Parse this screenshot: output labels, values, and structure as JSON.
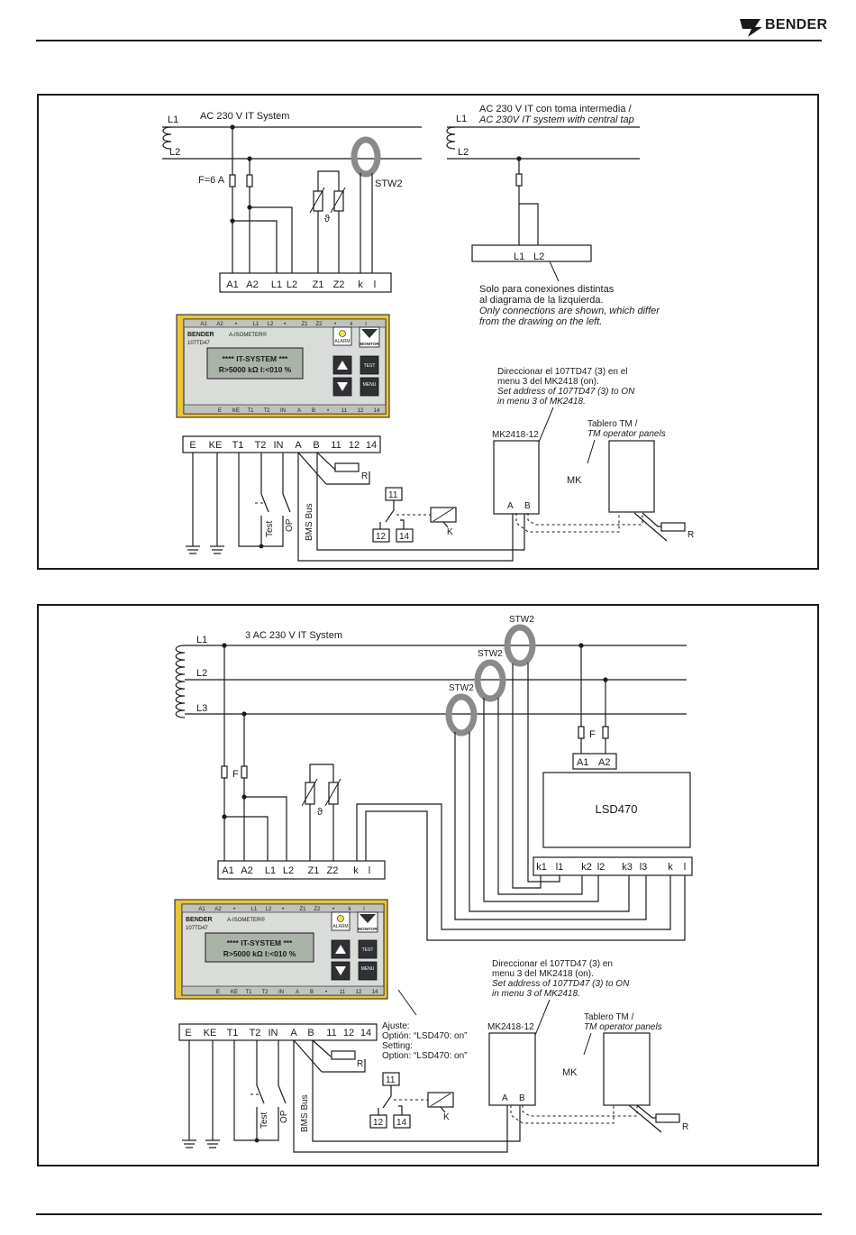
{
  "header": {
    "brand": "BENDER"
  },
  "diagram1": {
    "system_label": "AC 230 V IT System",
    "central_tap_es": "AC 230 V IT con toma intermedia /",
    "central_tap_en": "AC 230V IT system with central tap",
    "L1": "L1",
    "L2": "L2",
    "fuse_label": "F=6 A",
    "ct_label": "STW2",
    "theta": "ϑ",
    "terminals_top": [
      "A1",
      "A2",
      "L1",
      "L2",
      "Z1",
      "Z2",
      "k",
      "l"
    ],
    "tap_terminals": [
      "L1",
      "L2"
    ],
    "note_es_1": "Solo para conexiones distintas",
    "note_es_2": "al diagrama de la lizquierda.",
    "note_en_1": "Only connections are shown, which differ",
    "note_en_2": "from the drawing on the left.",
    "address_es_1": "Direccionar el 107TD47 (3) en el",
    "address_es_2": "menu 3 del MK2418 (on).",
    "address_en_1": "Set address of 107TD47 (3) to ON",
    "address_en_2": "in menu 3 of MK2418.",
    "tm_es": "Tablero TM /",
    "tm_en": "TM operator panels",
    "mk_model": "MK2418-12",
    "mk_label": "MK",
    "terminals_bottom": [
      "E",
      "KE",
      "T1",
      "T2",
      "IN",
      "A",
      "B",
      "11",
      "12",
      "14"
    ],
    "relay_contacts": [
      "11",
      "12",
      "14"
    ],
    "relay_label": "K",
    "resistor_label": "R",
    "test_label": "Test",
    "op_label": "OP",
    "bus_label": "BMS Bus",
    "mk_terminals": [
      "A",
      "B"
    ]
  },
  "device": {
    "top_terms": [
      "A1",
      "A2",
      "•",
      "L1",
      "L2",
      "•",
      "Z1",
      "Z2",
      "•",
      "k",
      "l"
    ],
    "bottom_terms": [
      "E",
      "KE",
      "T1",
      "T2",
      "IN",
      "A",
      "B",
      "•",
      "11",
      "12",
      "14"
    ],
    "brand": "BENDER",
    "product": "A-ISOMETER®",
    "model": "107TD47",
    "lcd_line1": "**** IT-SYSTEM ***",
    "lcd_line2": "R>5000 kΩ   I:<010 %",
    "alarm": "ALARM",
    "monitor": "MONITOR",
    "test": "TEST",
    "menu": "MENU"
  },
  "diagram2": {
    "system_label": "3 AC 230 V IT System",
    "L1": "L1",
    "L2": "L2",
    "L3": "L3",
    "fuse_label": "F",
    "ct_label": "STW2",
    "theta": "ϑ",
    "terminals_top": [
      "A1",
      "A2",
      "L1",
      "L2",
      "Z1",
      "Z2",
      "k",
      "l"
    ],
    "lsd_supply": [
      "A1",
      "A2"
    ],
    "lsd_model": "LSD470",
    "lsd_terminals": [
      "k1",
      "l1",
      "k2",
      "l2",
      "k3",
      "l3",
      "k",
      "l"
    ],
    "address_es_1": "Direccionar el 107TD47 (3) en",
    "address_es_2": "menu 3 del MK2418 (on).",
    "address_en_1": "Set address of 107TD47 (3) to ON",
    "address_en_2": "in menu 3 of MK2418.",
    "setting_1": "Ajuste:",
    "setting_2": "Optión: “LSD470: on”",
    "setting_3": "Setting:",
    "setting_4": "Option: “LSD470: on”",
    "tm_es": "Tablero TM /",
    "tm_en": "TM operator panels",
    "mk_model": "MK2418-12",
    "mk_label": "MK"
  }
}
